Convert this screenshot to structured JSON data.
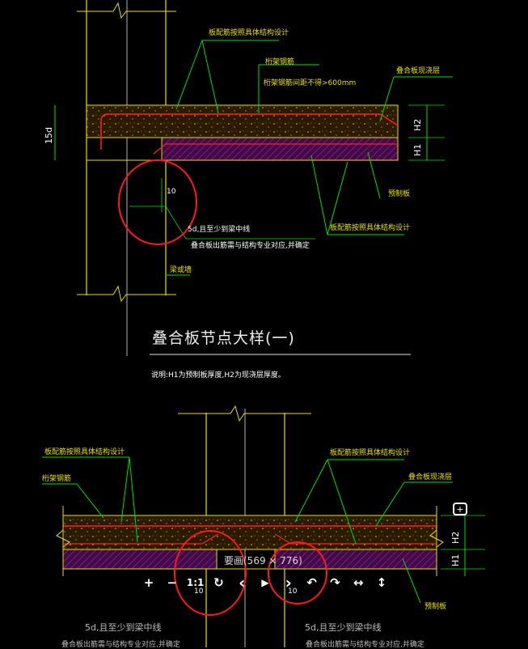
{
  "labels": {
    "top_design": "板配筋按照具体结构设计",
    "truss_bar": "桁架钢筋",
    "truss_spacing": "桁架钢筋间距不得>600mm",
    "cast_layer": "叠合板现浇层",
    "h2": "H2",
    "h1": "H1",
    "dim_15d": "15d",
    "dim_10": "10",
    "precast": "预制板",
    "bottom_design": "板配筋按照具体结构设计",
    "anchor_5d": "5d,且至少到梁中线",
    "anchor_note": "叠合板出筋需与结构专业对应,并确定",
    "beam_stirrup": "梁或墙",
    "title": "叠合板节点大样(一)",
    "note": "说明:H1为预制板厚度,H2为现浇层厚度。",
    "b_design_left": "板配筋按照具体结构设计",
    "b_truss": "桁架钢筋",
    "b_design_right": "板配筋按照具体结构设计",
    "b_cast_layer": "叠合板现浇层",
    "b_h2": "H2",
    "b_h1": "H1",
    "b_10_left": "10",
    "b_10_right": "10",
    "b_precast": "预制板",
    "b_5d_left": "5d,且至少到梁中线",
    "b_5d_right": "5d,且至少到梁中线",
    "b_note_left": "叠合板出筋需与结构专业对应,并确定",
    "b_note_right": "叠合板出筋需与结构专业对应,并确定"
  },
  "viewer": {
    "size_label": "要画(569 × 776)",
    "toolbar": {
      "zoom_in": "+",
      "zoom_out": "−",
      "actual_size": "1:1",
      "rotate": "↻",
      "prev": "‹",
      "play": "▶",
      "next": "›",
      "undo": "↶",
      "redo": "↷",
      "fit_width": "↔",
      "fit_height": "↕"
    },
    "add_image": "+"
  },
  "colors": {
    "background": "#000000",
    "beam_line": "#e8e000",
    "slab_fill": "#7a4a00",
    "hatch": "#c000c0",
    "rebar": "#ff2020",
    "leader": "#00e000",
    "annotation_circle": "#ff1a1a",
    "dimension": "#00e000",
    "text_label": "#e8e000"
  }
}
